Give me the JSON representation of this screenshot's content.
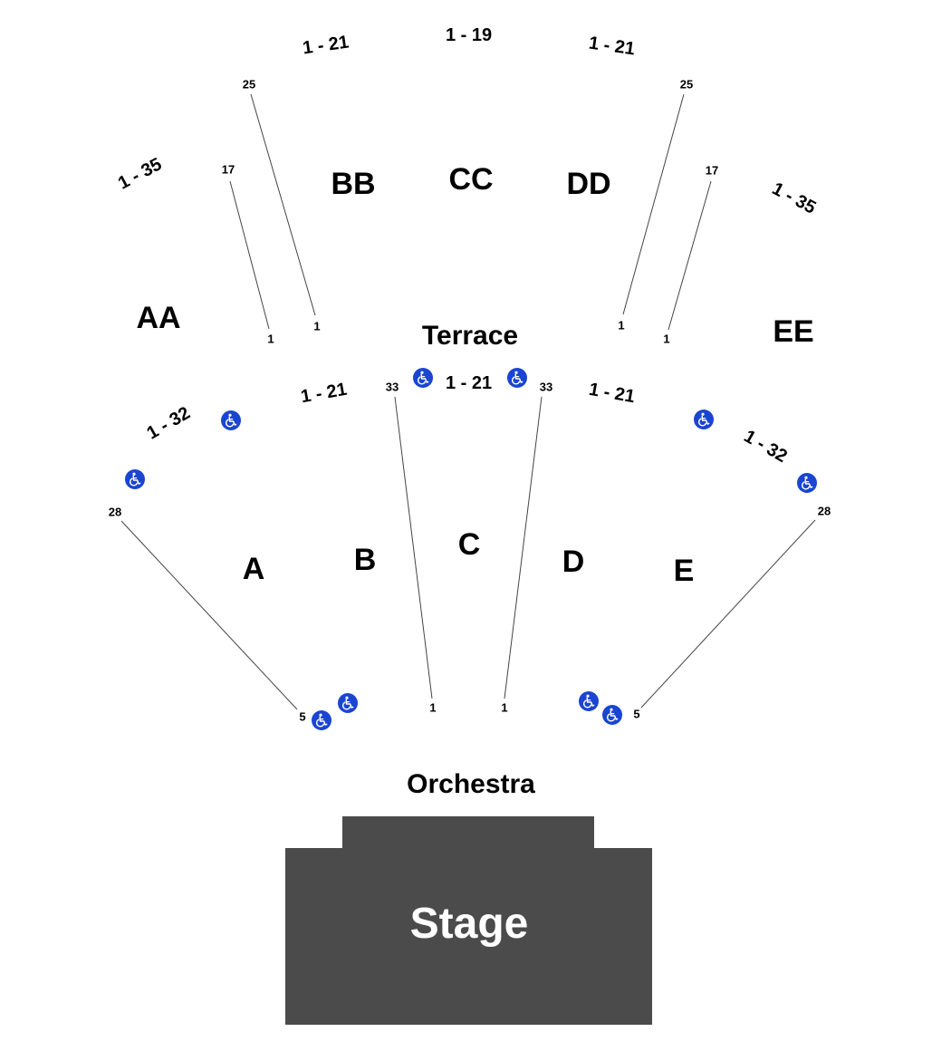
{
  "colors": {
    "stage": "#4b4b4b",
    "accessible": "#1a45d0",
    "aisle_line": "#444444",
    "text": "#000000"
  },
  "areas": {
    "terrace": "Terrace",
    "orchestra": "Orchestra",
    "stage": "Stage"
  },
  "sections": {
    "aa": "AA",
    "bb": "BB",
    "cc": "CC",
    "dd": "DD",
    "ee": "EE",
    "a": "A",
    "b": "B",
    "c": "C",
    "d": "D",
    "e": "E"
  },
  "seat_ranges": {
    "aa": "1 - 35",
    "bb": "1 - 21",
    "cc": "1 - 19",
    "dd": "1 - 21",
    "ee": "1 - 35",
    "a": "1 - 32",
    "b": "1 - 21",
    "c": "1 - 21",
    "d": "1 - 21",
    "e": "1 - 32"
  },
  "row_numbers": {
    "aa_bb_back": "17",
    "aa_bb_front": "1",
    "bb_cc_back": "25",
    "bb_cc_front": "1",
    "cc_dd_back": "25",
    "cc_dd_front": "1",
    "dd_ee_back": "17",
    "dd_ee_front": "1",
    "a_left_back": "28",
    "a_left_front": "5",
    "b_c_back": "33",
    "b_c_front": "1",
    "c_d_back": "33",
    "c_d_front": "1",
    "e_right_back": "28",
    "e_right_front": "5"
  },
  "accessible_icon": "wheelchair-icon"
}
